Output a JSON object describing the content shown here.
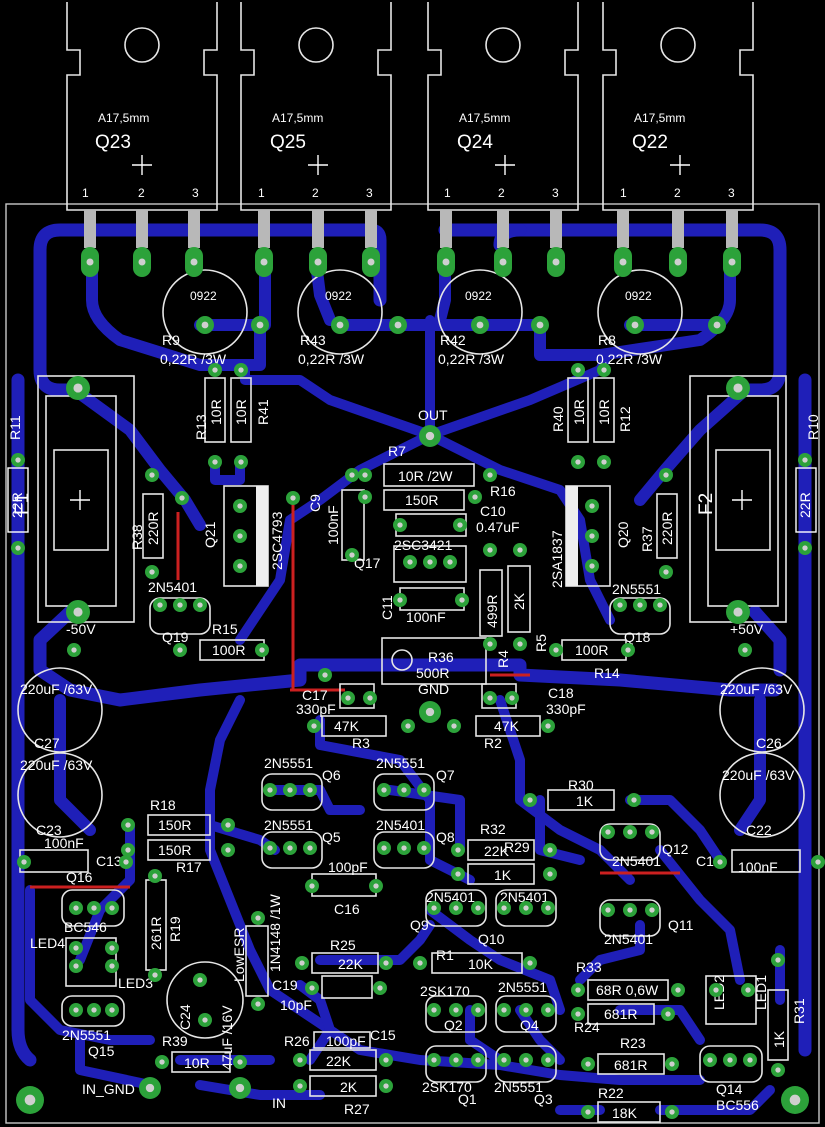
{
  "transistors_top": [
    {
      "ref": "Q23",
      "note": "A17,5mm",
      "pins": [
        "1",
        "2",
        "3"
      ]
    },
    {
      "ref": "Q25",
      "note": "A17,5mm",
      "pins": [
        "1",
        "2",
        "3"
      ]
    },
    {
      "ref": "Q24",
      "note": "A17,5mm",
      "pins": [
        "1",
        "2",
        "3"
      ]
    },
    {
      "ref": "Q22",
      "note": "A17,5mm",
      "pins": [
        "1",
        "2",
        "3"
      ]
    }
  ],
  "emitter_resistors": [
    {
      "ref": "R9",
      "value": "0,22R /3W",
      "code": "0922"
    },
    {
      "ref": "R43",
      "value": "0,22R /3W",
      "code": "0922"
    },
    {
      "ref": "R42",
      "value": "0,22R /3W",
      "code": "0922"
    },
    {
      "ref": "R8",
      "value": "0,22R /3W",
      "code": "0922"
    }
  ],
  "fuses": [
    {
      "ref": "F1",
      "resistor": "R11",
      "resistor_value": "22R",
      "rail": "-50V"
    },
    {
      "ref": "F2",
      "resistor": "R10",
      "resistor_value": "22R",
      "rail": "+50V"
    }
  ],
  "labels": {
    "out": "OUT",
    "gnd": "GND",
    "in_gnd": "IN_GND",
    "in": "IN",
    "r13": "R13",
    "r13v": "10R",
    "r41": "R41",
    "r41v": "10R",
    "r40": "R40",
    "r40v": "10R",
    "r12": "R12",
    "r12v": "10R",
    "r7": "R7",
    "r7v": "10R /2W",
    "r16": "R16",
    "r16v": "150R",
    "c9": "C9",
    "c9v": "100nF",
    "c10": "C10",
    "c10v": "0.47uF",
    "r38": "R38",
    "r38v": "220R",
    "r37": "R37",
    "r37v": "220R",
    "q21": "Q21",
    "q21p": "2SC4793",
    "q20": "Q20",
    "q20p": "2SA1837",
    "q17": "Q17",
    "q17p": "2SC3421",
    "c11": "C11",
    "c11v": "100nF",
    "r4": "R4",
    "r4v": "499R",
    "r5": "R5",
    "r5v": "2K",
    "q19": "Q19",
    "q19p": "2N5401",
    "q18": "Q18",
    "q18p": "2N5551",
    "r15": "R15",
    "r15v": "100R",
    "r14": "R14",
    "r14v": "100R",
    "r36": "R36",
    "r36v": "500R",
    "c17": "C17",
    "c17v": "330pF",
    "c18": "C18",
    "c18v": "330pF",
    "r3": "R3",
    "r3v": "47K",
    "r2": "R2",
    "r2v": "47K",
    "c27": "C27",
    "c27v": "220uF /63V",
    "c26": "C26",
    "c26v": "220uF /63V",
    "c23": "C23",
    "c23v": "220uF /63V",
    "c22": "C22",
    "c22v": "220uF /63V",
    "q6": "Q6",
    "q6p": "2N5551",
    "q7": "Q7",
    "q7p": "2N5551",
    "q5": "Q5",
    "q5p": "2N5551",
    "q8": "Q8",
    "q8p": "2N5401",
    "r18": "R18",
    "r18v": "150R",
    "r17": "R17",
    "r17v": "150R",
    "c13": "C13",
    "c13v": "100nF",
    "c12": "C12",
    "c12v": "100nF",
    "r30": "R30",
    "r30v": "1K",
    "r32": "R32",
    "r32v": "22K",
    "r29": "R29",
    "r29v": "1K",
    "q12": "Q12",
    "q12p": "2N5401",
    "q11": "Q11",
    "q11p": "2N5401",
    "q16": "Q16",
    "q16p": "BC546",
    "c16": "C16",
    "c16v": "100pF",
    "q9": "Q9",
    "q9p": "2N5401",
    "q10": "Q10",
    "q10p": "2N5401",
    "r19": "R19",
    "r19v": "261R",
    "d1": "1N4148 /1W",
    "led4": "LED4",
    "led3": "LED3",
    "lowesr": "LowESR",
    "r25": "R25",
    "r25v": "22K",
    "r1": "R1",
    "r1v": "10K",
    "c19": "C19",
    "c19v": "10pF",
    "r33": "R33",
    "r33v": "68R 0,6W",
    "r24": "R24",
    "r24v": "681R",
    "led2": "LED2",
    "led1": "LED1",
    "r31": "R31",
    "r31v": "1K",
    "c24": "C24",
    "c24v": "47uF /16V",
    "q15": "Q15",
    "q15p": "2N5551",
    "q2": "Q2",
    "q2p": "2SK170",
    "q4": "Q4",
    "q4p": "2N5551",
    "r26": "R26",
    "r26v": "22K",
    "c15": "C15",
    "c15v": "100pF",
    "r39": "R39",
    "r39v": "10R",
    "r27": "R27",
    "r27v": "2K",
    "q1": "Q1",
    "q1p": "2SK170",
    "q3": "Q3",
    "q3p": "2N5551",
    "r23": "R23",
    "r23v": "681R",
    "r22": "R22",
    "r22v": "18K",
    "q14": "Q14",
    "q14p": "BC556"
  },
  "colors": {
    "trace": "#1f1fb8",
    "pad": "#2ca23a",
    "silk": "#ffffff",
    "bg": "#000000",
    "jumper": "#cc2020"
  }
}
